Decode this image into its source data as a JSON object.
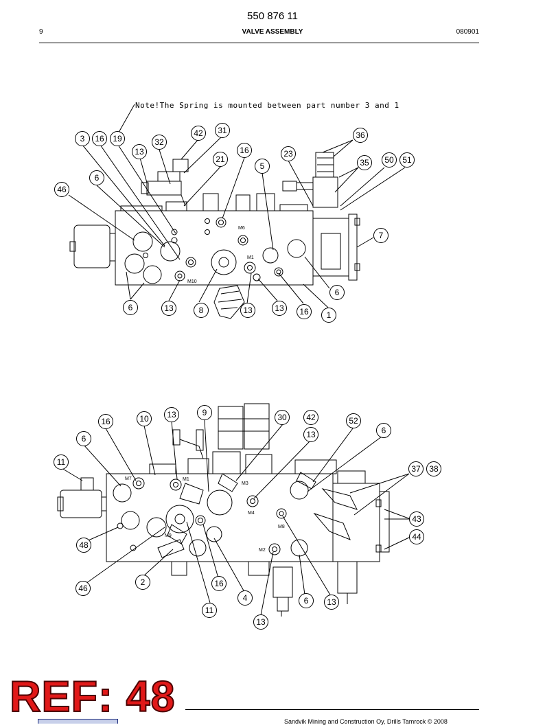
{
  "header": {
    "doc_number": "550 876 11",
    "page_number": "9",
    "title": "VALVE ASSEMBLY",
    "date_code": "080901"
  },
  "figure_top": {
    "note": "Note!The Spring is mounted between part number 3 and 1",
    "callouts": [
      "3",
      "16",
      "19",
      "42",
      "31",
      "32",
      "13",
      "16",
      "21",
      "23",
      "36",
      "5",
      "35",
      "50",
      "51",
      "6",
      "46",
      "7",
      "6",
      "6",
      "13",
      "8",
      "13",
      "13",
      "16",
      "1"
    ],
    "ports": [
      "M6",
      "M1",
      "M10"
    ]
  },
  "figure_bottom": {
    "callouts": [
      "16",
      "10",
      "13",
      "9",
      "30",
      "42",
      "52",
      "13",
      "6",
      "6",
      "11",
      "37",
      "38",
      "43",
      "44",
      "48",
      "2",
      "16",
      "46",
      "4",
      "6",
      "13",
      "11",
      "13"
    ],
    "ports": [
      "M7",
      "M1",
      "M3",
      "M4",
      "M8",
      "M9",
      "M2"
    ]
  },
  "stamp": {
    "text": "REF: 48"
  },
  "footer": {
    "text": "Sandvik Mining and Construction Oy, Drills Tamrock © 2008"
  }
}
